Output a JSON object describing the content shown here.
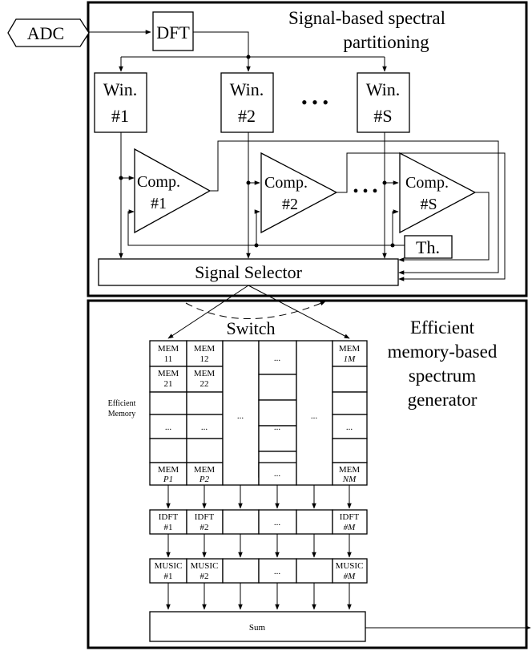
{
  "adc": "ADC",
  "dft": "DFT",
  "top_title_1": "Signal-based spectral",
  "top_title_2": "partitioning",
  "win1_a": "Win.",
  "win1_b": "#1",
  "win2_a": "Win.",
  "win2_b": "#2",
  "winS_a": "Win.",
  "winS_b": "#S",
  "dots": "• • •",
  "comp1_a": "Comp.",
  "comp1_b": "#1",
  "comp2_a": "Comp.",
  "comp2_b": "#2",
  "compS_a": "Comp.",
  "compS_b": "#S",
  "th": "Th.",
  "selector": "Signal Selector",
  "switch": "Switch",
  "bottom_title_1": "Efficient",
  "bottom_title_2": "memory-based",
  "bottom_title_3": "spectrum",
  "bottom_title_4": "generator",
  "mem_label_1": "Efficient",
  "mem_label_2": "Memory",
  "mem11_a": "MEM",
  "mem11_b": "11",
  "mem12_a": "MEM",
  "mem12_b": "12",
  "mem1M_a": "MEM",
  "mem1M_b": "1M",
  "mem21_a": "MEM",
  "mem21_b": "21",
  "mem22_a": "MEM",
  "mem22_b": "22",
  "memP1_a": "MEM",
  "memP1_b": "P1",
  "memP2_a": "MEM",
  "memP2_b": "P2",
  "memNM_a": "MEM",
  "memNM_b": "NM",
  "ellipsis": "...",
  "idft1_a": "IDFT",
  "idft1_b": "#1",
  "idft2_a": "IDFT",
  "idft2_b": "#2",
  "idftM_a": "IDFT",
  "idftM_b": "#M",
  "music1_a": "MUSIC",
  "music1_b": "#1",
  "music2_a": "MUSIC",
  "music2_b": "#2",
  "musicM_a": "MUSIC",
  "musicM_b": "#M",
  "sum": "Sum"
}
